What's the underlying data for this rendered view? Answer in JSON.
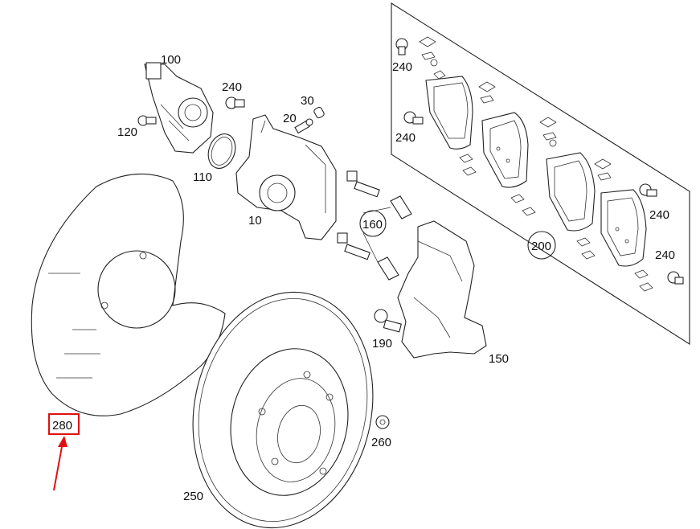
{
  "parts": {
    "p10": "10",
    "p20": "20",
    "p30": "30",
    "p100": "100",
    "p110": "110",
    "p120": "120",
    "p150": "150",
    "p160": "160",
    "p190": "190",
    "p200": "200",
    "p240": "240",
    "p250": "250",
    "p260": "260",
    "p280": "280"
  },
  "highlight_color": "#e01010",
  "highlighted_part": "280"
}
